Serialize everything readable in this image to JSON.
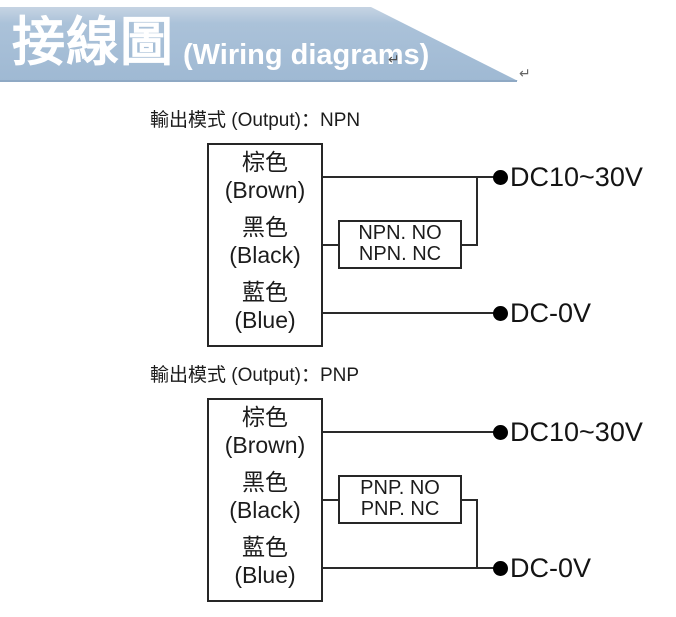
{
  "banner": {
    "title_cjk": "接線圖",
    "title_en": "(Wiring diagrams)",
    "break_mark": "↵",
    "bg_color": "#a6bed7",
    "underline_color": "#8fa9c4",
    "text_color": "#ffffff"
  },
  "diagrams": [
    {
      "label": "輸出模式 (Output)：NPN",
      "wires": [
        {
          "cjk": "棕色",
          "en": "(Brown)"
        },
        {
          "cjk": "黑色",
          "en": "(Black)"
        },
        {
          "cjk": "藍色",
          "en": "(Blue)"
        }
      ],
      "load_box": {
        "line1": "NPN. NO",
        "line2": "NPN. NC"
      },
      "terminals": {
        "positive": "DC10~30V",
        "negative": "DC-0V"
      }
    },
    {
      "label": "輸出模式 (Output)：PNP",
      "wires": [
        {
          "cjk": "棕色",
          "en": "(Brown)"
        },
        {
          "cjk": "黑色",
          "en": "(Black)"
        },
        {
          "cjk": "藍色",
          "en": "(Blue)"
        }
      ],
      "load_box": {
        "line1": "PNP. NO",
        "line2": "PNP. NC"
      },
      "terminals": {
        "positive": "DC10~30V",
        "negative": "DC-0V"
      }
    }
  ],
  "colors": {
    "stroke": "#2a2a2a",
    "dot": "#000000"
  }
}
